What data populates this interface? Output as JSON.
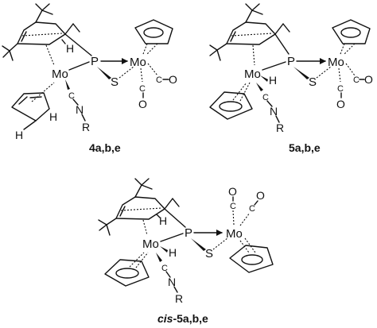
{
  "atoms": {
    "mo": "Mo",
    "p": "P",
    "s": "S",
    "h": "H",
    "n": "N",
    "r": "R",
    "c": "C",
    "o": "O"
  },
  "compounds": [
    {
      "id": "4",
      "label": "4a,b,e",
      "italic_prefix": ""
    },
    {
      "id": "5",
      "label": "5a,b,e",
      "italic_prefix": ""
    },
    {
      "id": "cis5",
      "label": "-5a,b,e",
      "italic_prefix": "cis"
    }
  ]
}
